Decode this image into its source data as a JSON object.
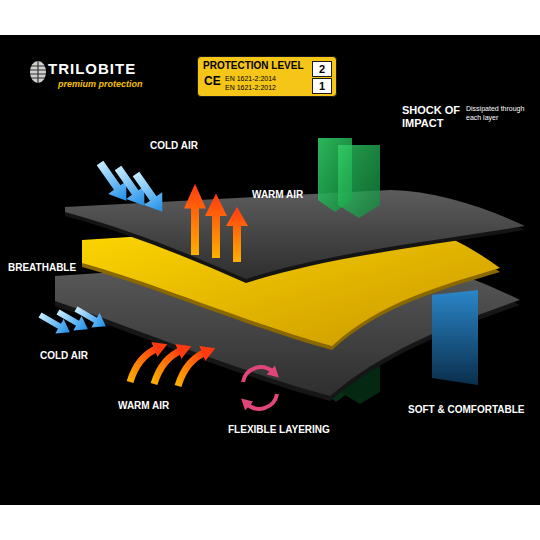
{
  "diagram": {
    "nodes": [
      {
        "text": [
          "PROTECTION LEVEL",
          "CE",
          "EN 1621-2:2014",
          "EN 1621-2:2012"
        ]
      },
      {
        "text": [
          "2"
        ],
        "in": 0
      },
      {
        "text": [
          "1"
        ],
        "in": 0
      }
    ],
    "labels": [
      "TRILOBITE",
      "premium protection",
      "SHOCK OF IMPACT",
      "Dissipated through each layer",
      "COLD AIR",
      "WARM AIR",
      "BREATHABLE",
      "COLD AIR",
      "WARM AIR",
      "FLEXIBLE LAYERING",
      "SOFT & COMFORTABLE"
    ]
  }
}
